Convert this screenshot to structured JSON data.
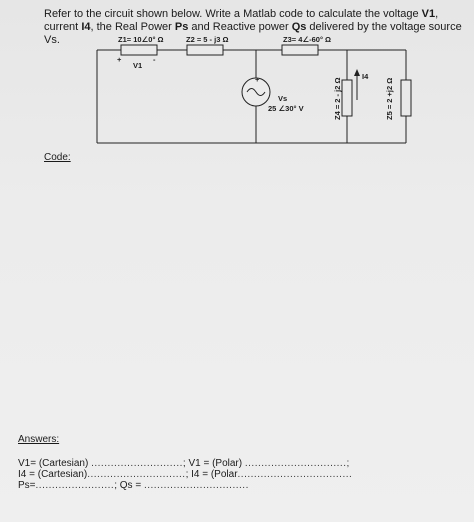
{
  "question": {
    "prefix": "Refer to the circuit shown below. Write a Matlab code to calculate the voltage ",
    "v1": "V1",
    "middle1": ", current",
    "i4": "I4",
    "middle2": ", the Real Power ",
    "ps": "Ps",
    "middle3": " and Reactive power ",
    "qs": "Qs",
    "suffix": " delivered by the voltage source Vs."
  },
  "circuit": {
    "z1": "Z1=  10∠0° Ω",
    "z2": "Z2 = 5 - j3 Ω",
    "z3": "Z3=   4∠-60°  Ω",
    "v1_label": "V1",
    "v1_plus": "+",
    "v1_minus": "-",
    "vs_label": "Vs",
    "vs_value": "25 ∠30°  V",
    "vs_plus": "+",
    "i4_label": "I4",
    "z4": "Z4 = 2 - j2 Ω",
    "z5": "Z5 = 2 +j2 Ω"
  },
  "code_label": "Code:",
  "answers": {
    "heading": "Answers:",
    "v1_cart": "V1= (Cartesian) ",
    "v1_cart_dots": "............................",
    "v1_polar": "; V1 = (Polar) ",
    "v1_polar_dots": "...............................;",
    "i4_cart": "I4 = (Cartesian)",
    "i4_cart_dots": "..............................",
    "i4_polar": "; I4 = (Polar",
    "i4_polar_dots": "...................................",
    "ps": "Ps=",
    "ps_dots": "........................",
    "qs": "; Qs =",
    "qs_dots": "................................"
  }
}
